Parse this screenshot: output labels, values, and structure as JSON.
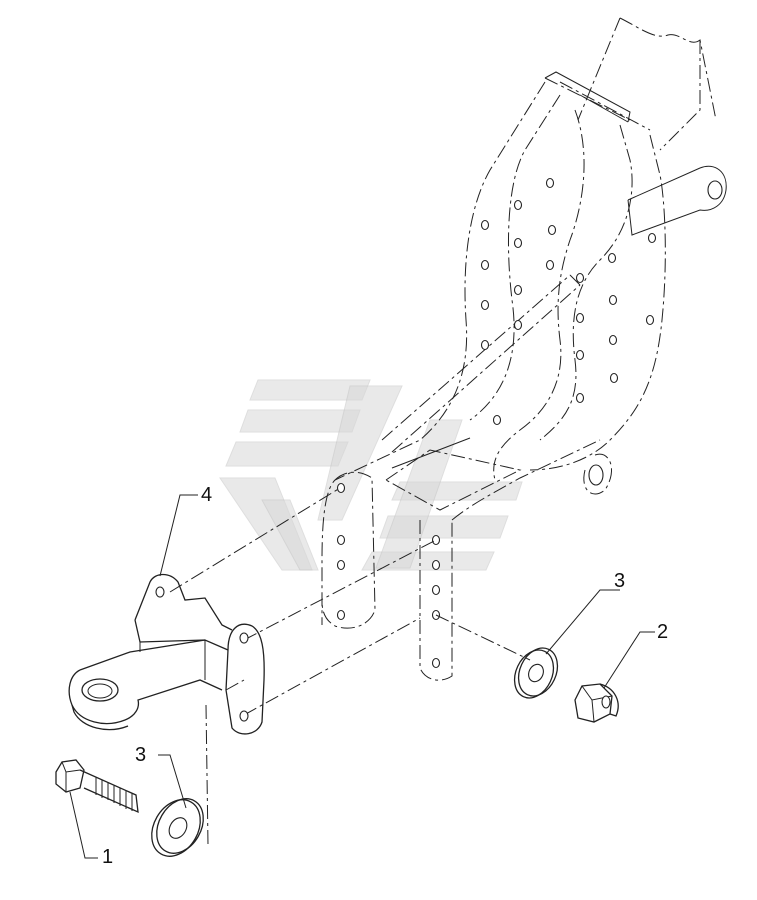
{
  "callouts": {
    "item_1": "1",
    "item_2": "2",
    "item_3_right": "3",
    "item_3_left": "3",
    "item_4": "4"
  },
  "icons": {
    "watermark": "brand-watermark-logo"
  }
}
